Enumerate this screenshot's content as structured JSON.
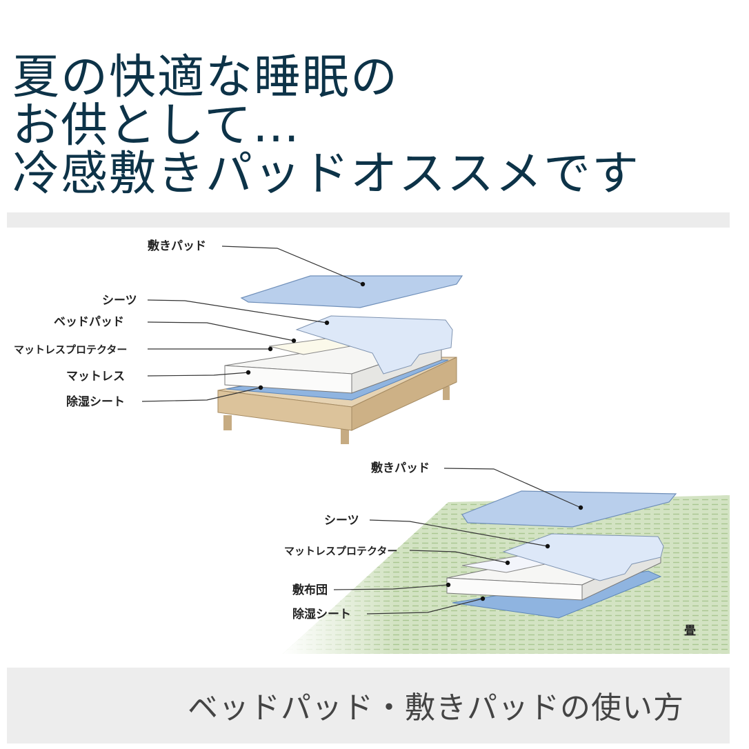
{
  "headline": {
    "line1": "夏の快適な睡眠の",
    "line2": "お供として…",
    "line3": "冷感敷きパッドオススメです"
  },
  "bed_diagram": {
    "labels": {
      "shiki_pad": "敷きパッド",
      "sheets": "シーツ",
      "bed_pad": "ベッドパッド",
      "mattress_protector": "マットレスプロテクター",
      "mattress": "マットレス",
      "dehumidifying_sheet": "除湿シート"
    }
  },
  "tatami_diagram": {
    "labels": {
      "shiki_pad": "敷きパッド",
      "sheets": "シーツ",
      "mattress_protector": "マットレスプロテクター",
      "futon": "敷布団",
      "dehumidifying_sheet": "除湿シート",
      "tatami": "畳"
    }
  },
  "caption": "ベッドパッド・敷きパッドの使い方",
  "colors": {
    "headline": "#0d3348",
    "pad_blue": "#b9cfec",
    "sheet_blue": "#dde8f8",
    "dehumid_blue": "#8fb4e0",
    "bed_frame": "#d9c3a0",
    "tatami_green": "#c9dcb7"
  }
}
